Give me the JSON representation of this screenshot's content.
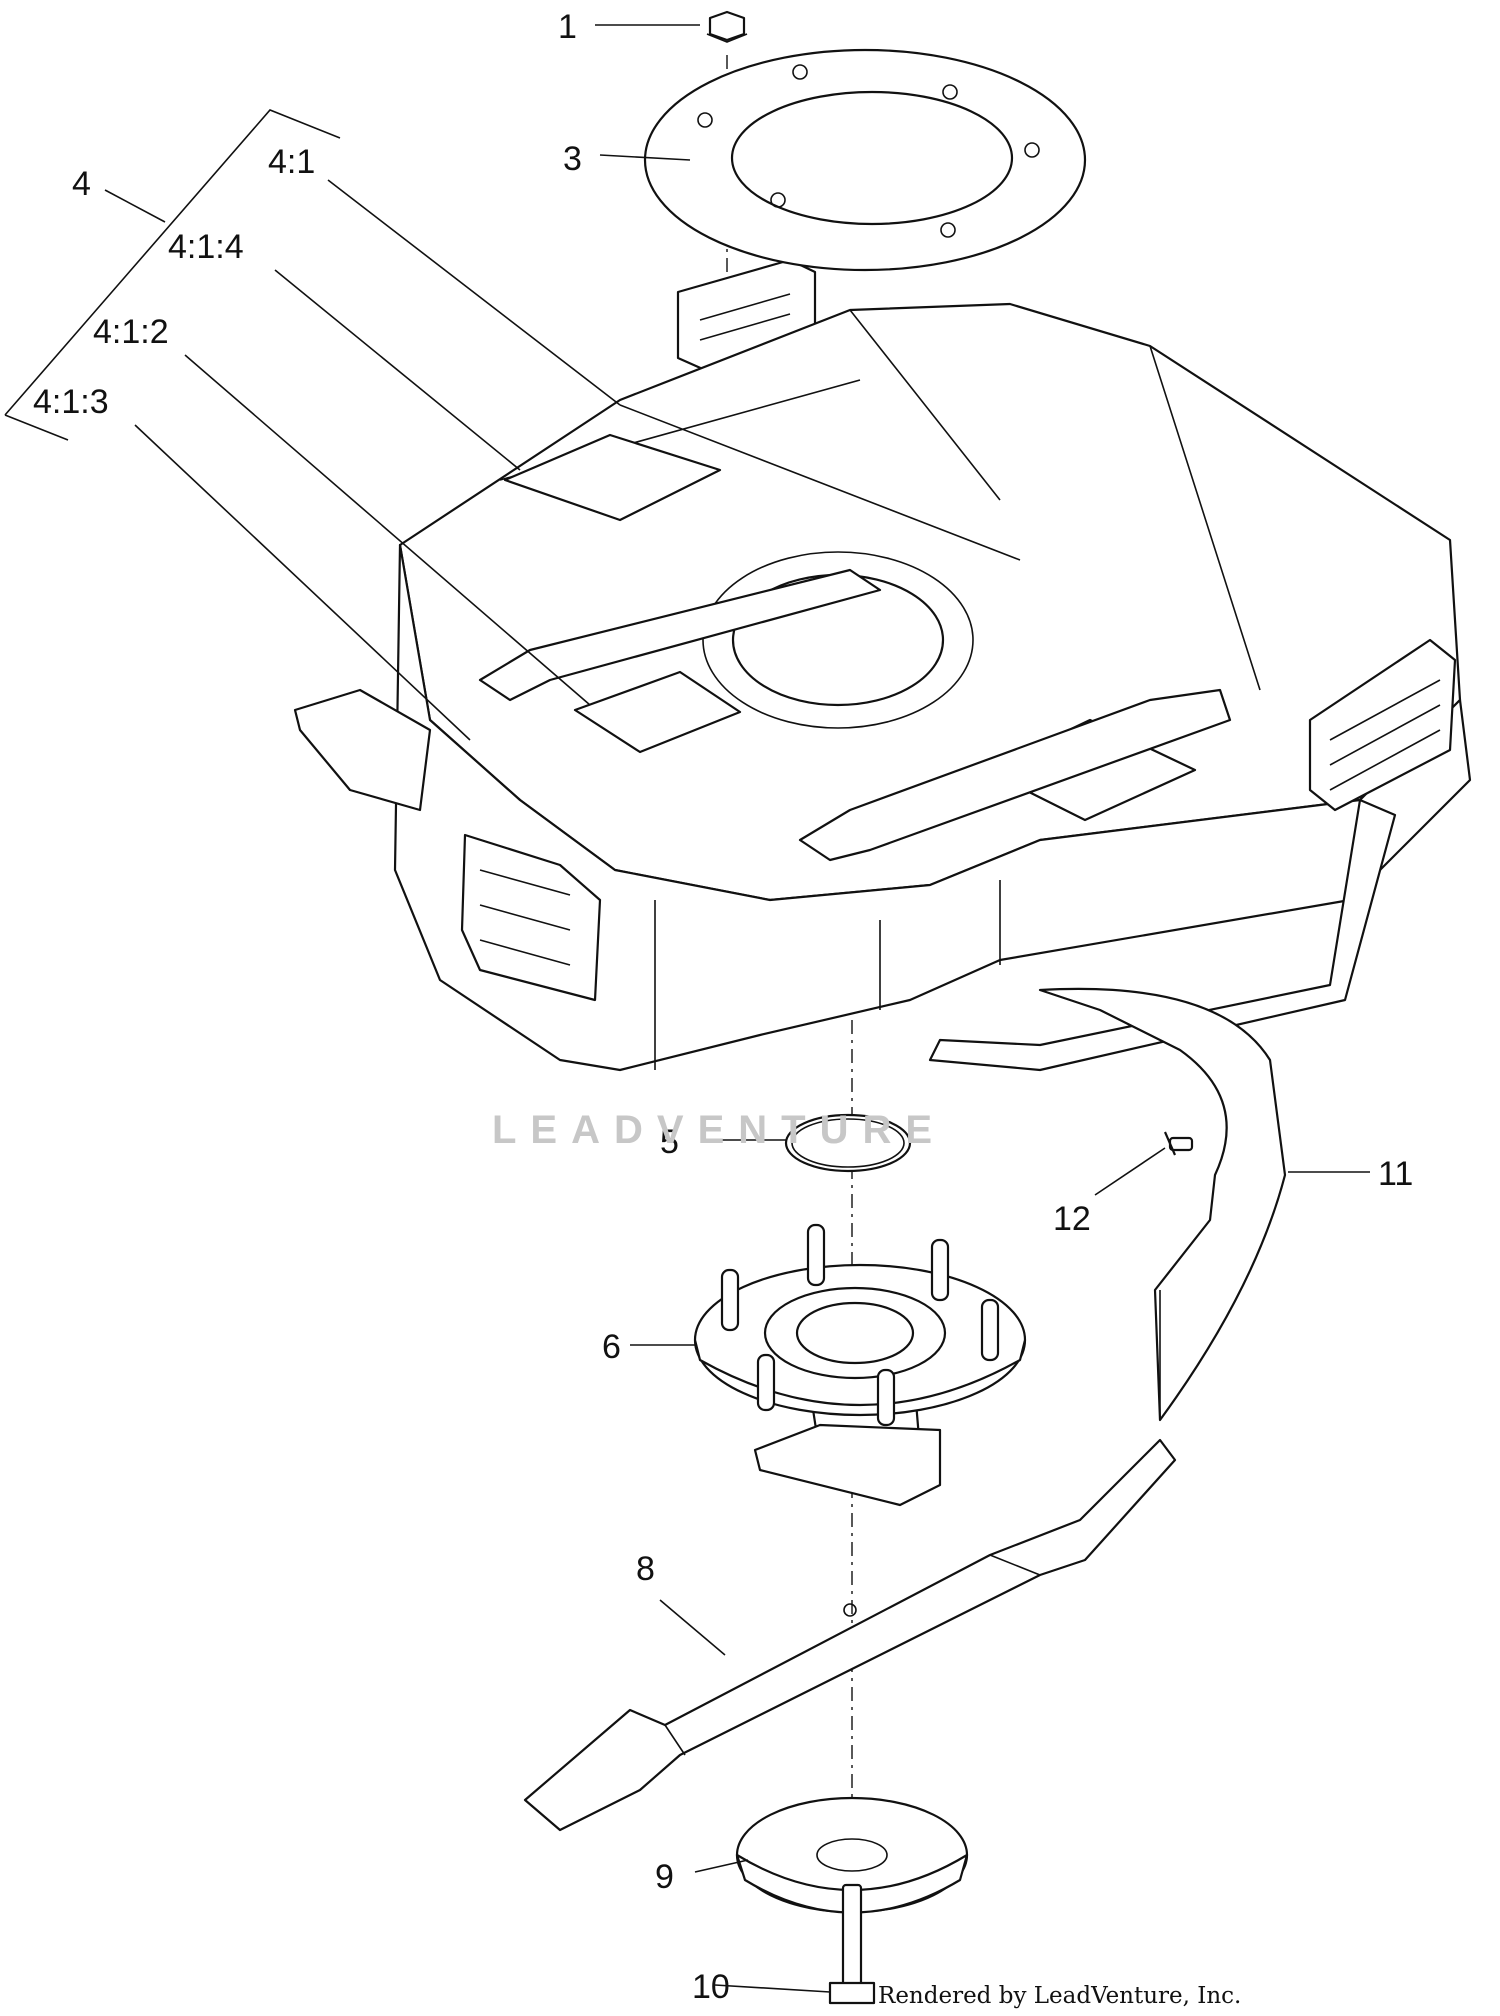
{
  "callouts": {
    "c1": "1",
    "c3": "3",
    "c4": "4",
    "c4_1": "4:1",
    "c4_1_4": "4:1:4",
    "c4_1_2": "4:1:2",
    "c4_1_3": "4:1:3",
    "c5": "5",
    "c6": "6",
    "c8": "8",
    "c9": "9",
    "c10": "10",
    "c11": "11",
    "c12": "12"
  },
  "watermark": "LEADVENTURE",
  "credit": "Rendered by LeadVenture, Inc.",
  "colors": {
    "line": "#111111",
    "background": "#ffffff",
    "watermark": "#c7c7c7"
  }
}
